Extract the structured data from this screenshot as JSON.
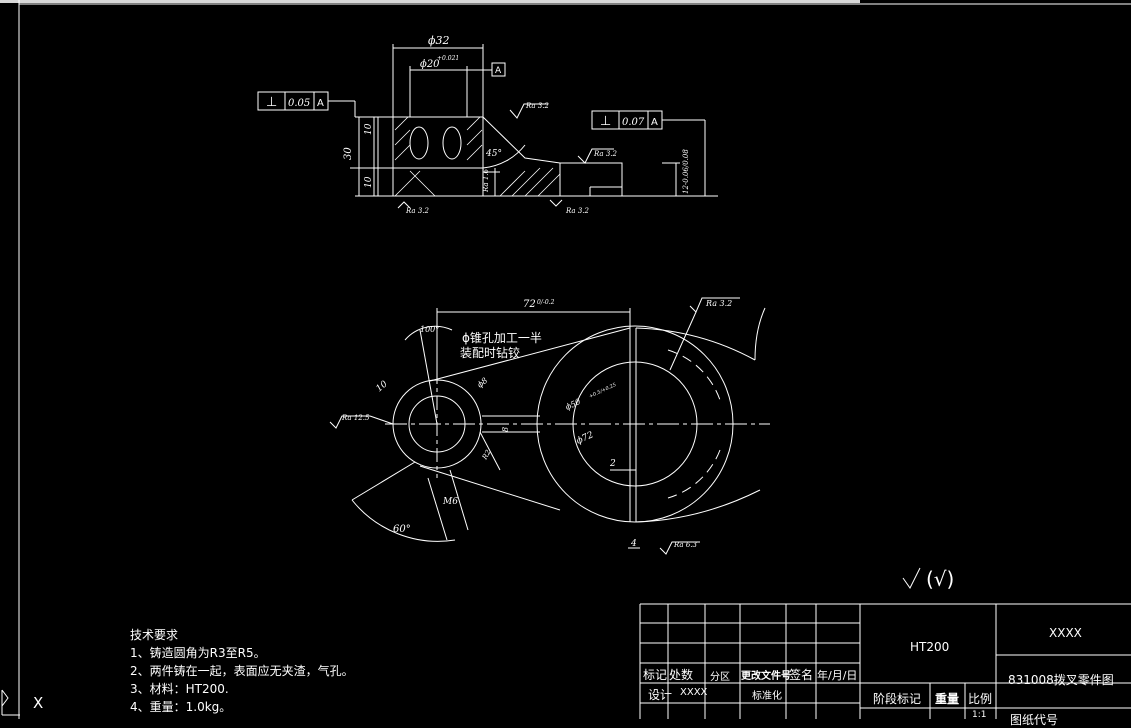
{
  "drawing": {
    "top_view": {
      "dim_width": "ϕ32",
      "dim_bore": "ϕ20",
      "dim_bore_tol": "+0.021",
      "datum_label": "A",
      "fcf_left": {
        "symbol": "⊥",
        "value": "0.05",
        "datum": "A"
      },
      "fcf_right": {
        "symbol": "⊥",
        "value": "0.07",
        "datum": "A"
      },
      "dim_height_total": "30",
      "dim_height_upper": "10",
      "dim_height_lower": "10",
      "angle": "45°",
      "rough_top": "Ra 3.2",
      "rough_mid": "Ra 3.2",
      "rough_left_bottom": "Ra 3.2",
      "rough_right_bottom": "Ra 3.2",
      "rough_vertical": "Ra 1.6",
      "dim_slot": "12-0.06/0.08"
    },
    "front_view": {
      "dim_center": "72",
      "dim_center_tol": "0/-0.2",
      "note_line1": "ϕ锥孔加工一半",
      "note_line2": "装配时钻铰",
      "rough_top": "Ra 3.2",
      "rough_left": "Ra 12.5",
      "rough_bottom": "Ra 6.3",
      "angle_top": "100°",
      "angle_bottom": "60°",
      "dim_10": "10",
      "dim_8_hole": "ϕ8",
      "dim_r": "R2",
      "dim_m6": "M6",
      "dim_8": "8",
      "dim_bore": "ϕ50",
      "dim_bore_tol": "+0.5/+0.25",
      "dim_outer": "ϕ72",
      "dim_2": "2",
      "dim_4": "4"
    },
    "default_roughness": "(√)"
  },
  "tech_requirements": {
    "title": "技术要求",
    "items": [
      "1、铸造圆角为R3至R5。",
      "2、两件铸在一起，表面应无夹渣，气孔。",
      "3、材料：HT200.",
      "4、重量：1.0kg。"
    ]
  },
  "title_block": {
    "material": "HT200",
    "company": "XXXX",
    "drawing_name": "831008拨叉零件图",
    "header_mark": "标记",
    "header_count": "处数",
    "header_zone": "分区",
    "header_doc": "更改文件号",
    "header_sign": "签名",
    "header_date": "年/月/日",
    "design_label": "设计",
    "designer": "XXXX",
    "standard_label": "标准化",
    "stage_label": "阶段标记",
    "weight_label": "重量",
    "scale_label": "比例",
    "drawing_no_label": "图纸代号",
    "scale_value": "1:1"
  },
  "ucs_icon": "X"
}
